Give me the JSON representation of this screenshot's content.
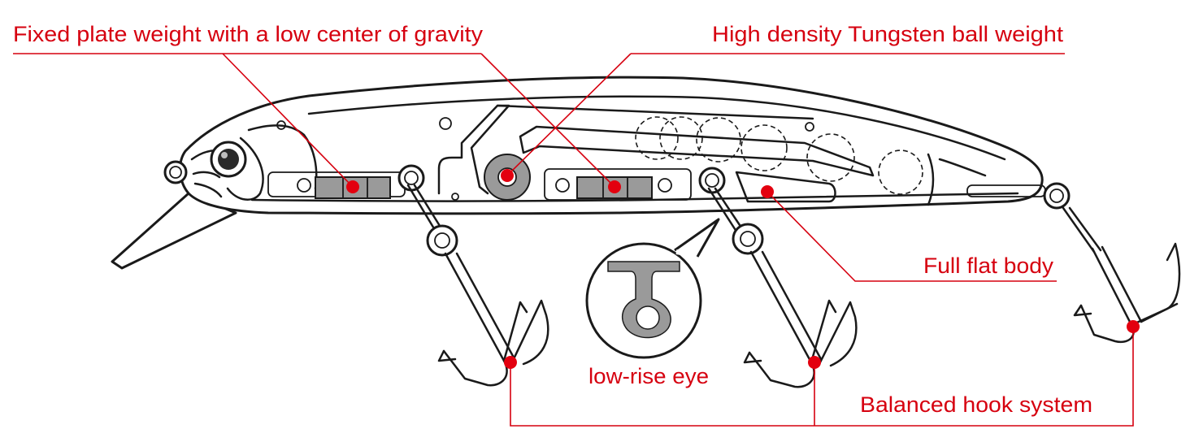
{
  "labels": {
    "fixed_plate": "Fixed plate weight with a low center of gravity",
    "tungsten": "High density Tungsten ball weight",
    "flat_body": "Full flat body",
    "low_rise": "low-rise eye",
    "hook_system": "Balanced hook system"
  },
  "colors": {
    "accent": "#d6000f",
    "outline": "#1a1a1a",
    "weight": "#9a9a9a",
    "background": "#ffffff"
  }
}
